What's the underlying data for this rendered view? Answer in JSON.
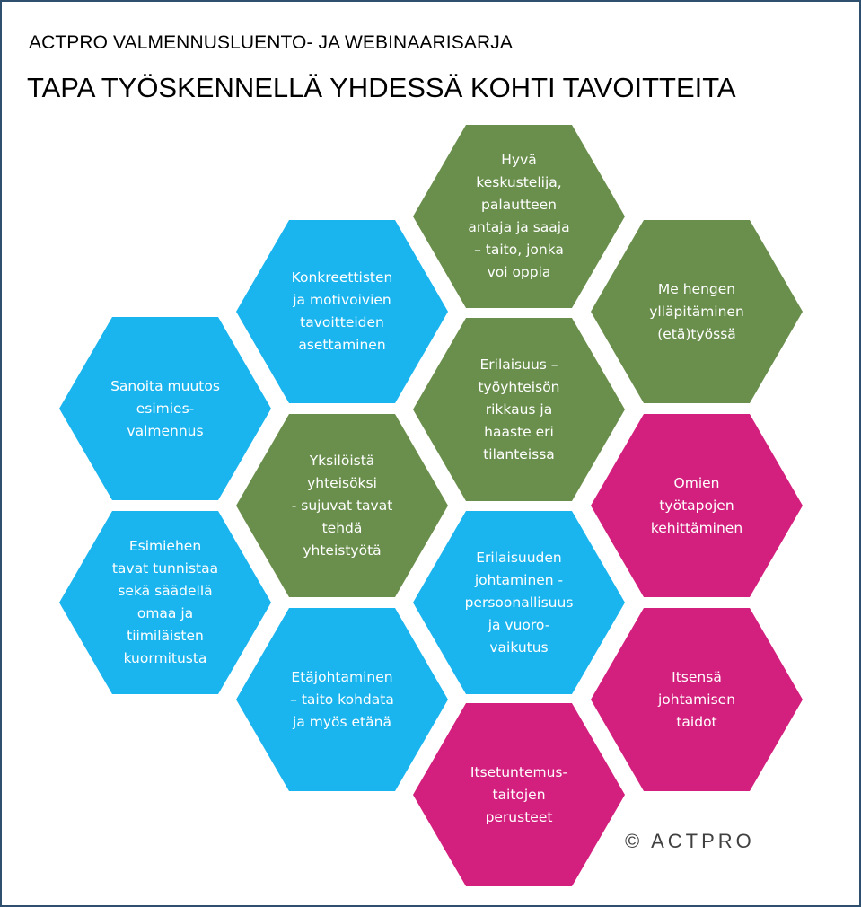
{
  "header": {
    "subtitle": "ACTPRO VALMENNUSLUENTO- JA WEBINAARISARJA",
    "title": "TAPA TYÖSKENNELLÄ YHDESSÄ KOHTI TAVOITTEITA"
  },
  "colors": {
    "blue": "#1ab4ee",
    "green": "#6a8f4c",
    "magenta": "#d31f7d"
  },
  "hexagons": [
    {
      "id": "hyva-keskustelija",
      "color": "green",
      "text": "Hyvä\nkeskustelija,\npalautteen\nantaja ja saaja\n– taito, jonka\nvoi oppia"
    },
    {
      "id": "konkreettisten-tavoitteiden",
      "color": "blue",
      "text": "Konkreettisten\nja motivoivien\ntavoitteiden\nasettaminen"
    },
    {
      "id": "me-hengen",
      "color": "green",
      "text": "Me hengen\nylläpitäminen\n(etä)työssä"
    },
    {
      "id": "sanoita-muutos",
      "color": "blue",
      "text": "Sanoita muutos\nesimies-\nvalmennus"
    },
    {
      "id": "erilaisuus",
      "color": "green",
      "text": "Erilaisuus –\ntyöyhteisön\nrikkaus ja\nhaaste eri\ntilanteissa"
    },
    {
      "id": "yksiloista-yhteisoksi",
      "color": "green",
      "text": "Yksilöistä\nyhteisöksi\n- sujuvat tavat\ntehdä\nyhteistyötä"
    },
    {
      "id": "omien-tyotapojen",
      "color": "magenta",
      "text": "Omien\ntyötapojen\nkehittäminen"
    },
    {
      "id": "esimiehen-tavat",
      "color": "blue",
      "text": "Esimiehen\ntavat tunnistaa\nsekä säädellä\nomaa ja\ntiimiläisten\nkuormitusta"
    },
    {
      "id": "erilaisuuden-johtaminen",
      "color": "blue",
      "text": "Erilaisuuden\njohtaminen -\npersoonallisuus\nja vuoro-\nvaikutus"
    },
    {
      "id": "etajohtaminen",
      "color": "blue",
      "text": "Etäjohtaminen\n– taito kohdata\nja myös etänä"
    },
    {
      "id": "itsensa-johtamisen",
      "color": "magenta",
      "text": "Itsensä\njohtamisen\ntaidot"
    },
    {
      "id": "itsetuntemus",
      "color": "magenta",
      "text": "Itsetuntemus-\ntaitojen\nperusteet"
    }
  ],
  "footer": {
    "copyright": "© ACTPRO"
  }
}
